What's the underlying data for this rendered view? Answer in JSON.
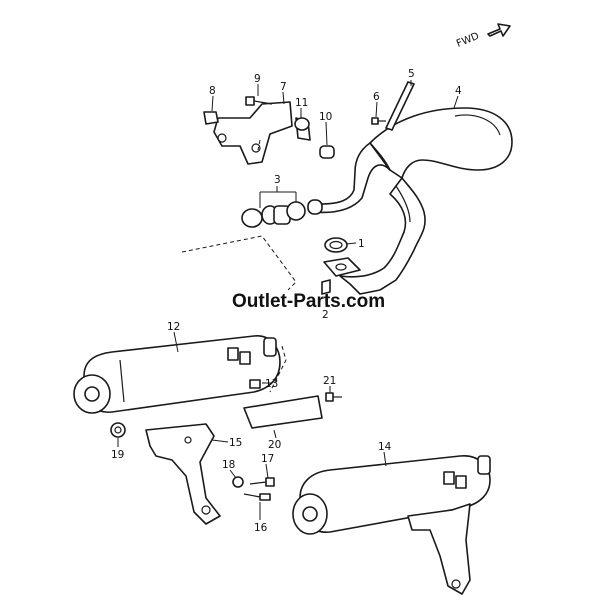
{
  "diagram": {
    "direction_label": "FWD",
    "watermark": "Outlet-Parts.com",
    "callouts": [
      "1",
      "2",
      "3",
      "4",
      "5",
      "6",
      "7",
      "8",
      "9",
      "10",
      "11",
      "12",
      "13",
      "14",
      "15",
      "16",
      "17",
      "18",
      "19",
      "20",
      "21"
    ]
  }
}
